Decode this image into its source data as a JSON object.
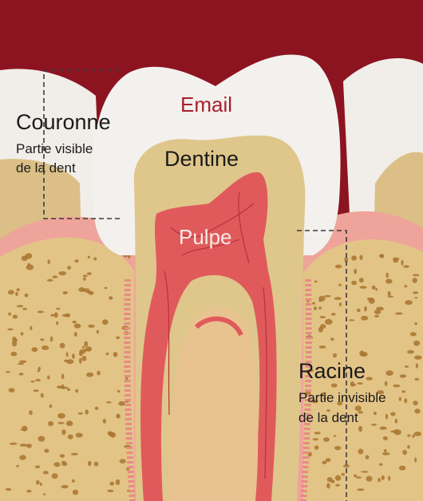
{
  "labels": {
    "crown": {
      "title": "Couronne",
      "line1": "Partie visible",
      "line2": "de la dent"
    },
    "enamel": "Email",
    "dentin": "Dentine",
    "pulp": "Pulpe",
    "root": {
      "title": "Racine",
      "line1": "Partie invisible",
      "line2": "de la dent"
    }
  },
  "colors": {
    "gum": "#8c1420",
    "enamel": "#f3f1ee",
    "dentin": "#dfc68a",
    "pulp": "#e05a5c",
    "gingiva": "#eea49a",
    "bone": "#e3c487",
    "bone_pore": "#a8762f"
  }
}
